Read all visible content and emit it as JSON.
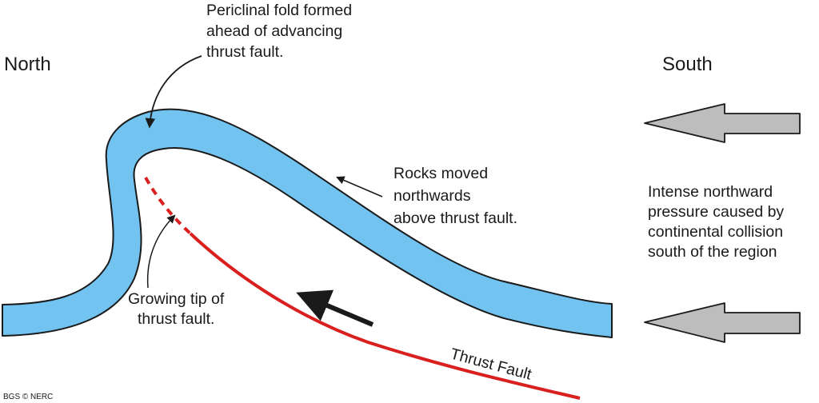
{
  "labels": {
    "north": "North",
    "south": "South",
    "fold_note": [
      "Periclinal fold formed",
      "ahead of advancing",
      "thrust fault."
    ],
    "rocks_note": [
      "Rocks moved",
      "northwards",
      "above thrust fault."
    ],
    "pressure_note": [
      "Intense northward",
      "pressure caused by",
      "continental collision",
      "south of the region"
    ],
    "tip_note": [
      "Growing tip of",
      "thrust fault."
    ],
    "thrust_fault": "Thrust Fault",
    "credit": "BGS © NERC"
  },
  "colors": {
    "rock_layer": "#72C3F0",
    "fault": "#D9201E",
    "pressure_arrow": "#BDBDBD",
    "outline": "#1a1a1a"
  },
  "icons": {
    "pressure": "arrow-left-icon",
    "motion": "arrow-left-icon"
  }
}
